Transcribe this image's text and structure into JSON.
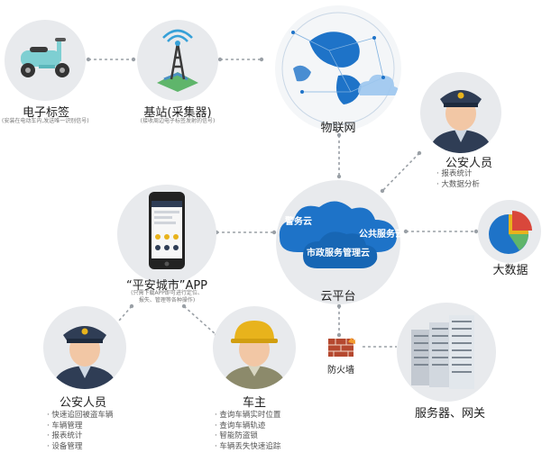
{
  "nodes": {
    "ebike_tag": {
      "label": "电子标签",
      "sub": "(安装在电动车内,发送唯一识别信号)"
    },
    "base_station": {
      "label": "基站(采集器)",
      "sub": "(接收周边电子标签发射的信号)"
    },
    "iot": {
      "label": "物联网"
    },
    "police_top": {
      "label": "公安人员",
      "bullets": [
        "报表统计",
        "大数据分析"
      ]
    },
    "app": {
      "label": "“平安城市”APP",
      "sub": [
        "(只需下载APP即可进行定位、",
        "报失、管理等各种操作)"
      ]
    },
    "cloud": {
      "label": "云平台",
      "clouds": [
        "警务云",
        "公共服务云",
        "市政服务管理云"
      ]
    },
    "bigdata": {
      "label": "大数据"
    },
    "police_bottom": {
      "label": "公安人员",
      "bullets": [
        "快速追回被盗车辆",
        "车辆管理",
        "报表统计",
        "设备管理"
      ]
    },
    "owner": {
      "label": "车主",
      "bullets": [
        "查询车辆实时位置",
        "查询车辆轨迹",
        "智能防盗锁",
        "车辆丢失快速追踪"
      ]
    },
    "firewall": {
      "label": "防火墙"
    },
    "servers": {
      "label": "服务器、网关"
    }
  },
  "colors": {
    "circle_bg": "#e8eaed",
    "cloud_blue": "#1e73c8",
    "police_navy": "#2f3d55",
    "helmet_yellow": "#e8b31c",
    "link_gray": "#9aa0a6"
  }
}
